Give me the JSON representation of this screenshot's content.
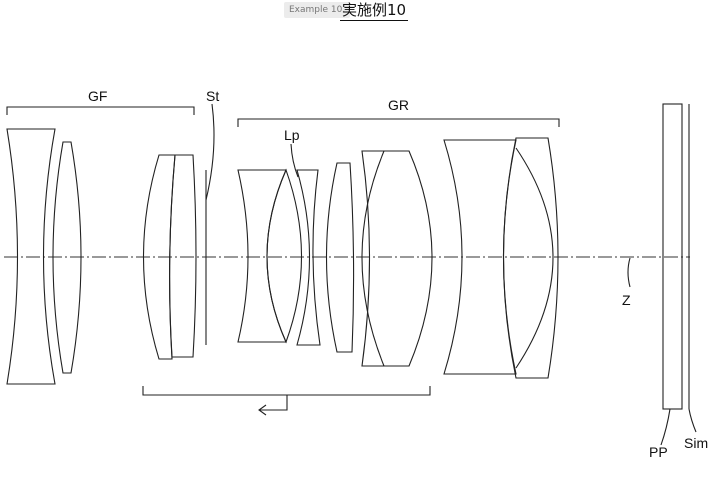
{
  "header": {
    "tag": "Example 10.",
    "title": "実施例10"
  },
  "labels": {
    "front_group": "GF",
    "stop": "St",
    "rear_group": "GR",
    "lens_lp": "Lp",
    "optical_axis": "Z",
    "prism": "PP",
    "image_plane": "Sim"
  },
  "colors": {
    "line": "#222222",
    "background": "#ffffff"
  }
}
